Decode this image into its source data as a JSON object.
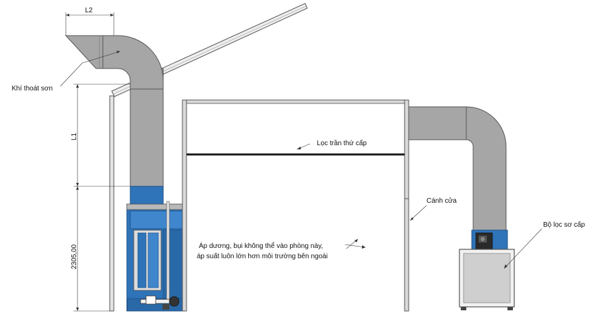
{
  "labels": {
    "exhaust": "Khí thoát sơn",
    "ceiling_filter": "Lọc trần thứ cấp",
    "door": "Cánh cửa",
    "primary_filter": "Bộ lọc sơ cấp",
    "pressure_line1": "Áp dương, bụi không thể vào phòng này,",
    "pressure_line2": "áp suất luôn lớn hơn môi trường bên ngoài"
  },
  "dimensions": {
    "l2": "L2",
    "l1": "L1",
    "height": "2305,00"
  },
  "colors": {
    "duct_fill": "#a6a6a6",
    "duct_stroke": "#555555",
    "blue_panel": "#2f74b8",
    "blue_dark": "#1c4f86",
    "filter_box": "#cfcfcf",
    "booth_frame": "#7a7a7a"
  },
  "icons": {
    "fan_motor": "fan-motor-icon",
    "pump": "pump-icon"
  }
}
